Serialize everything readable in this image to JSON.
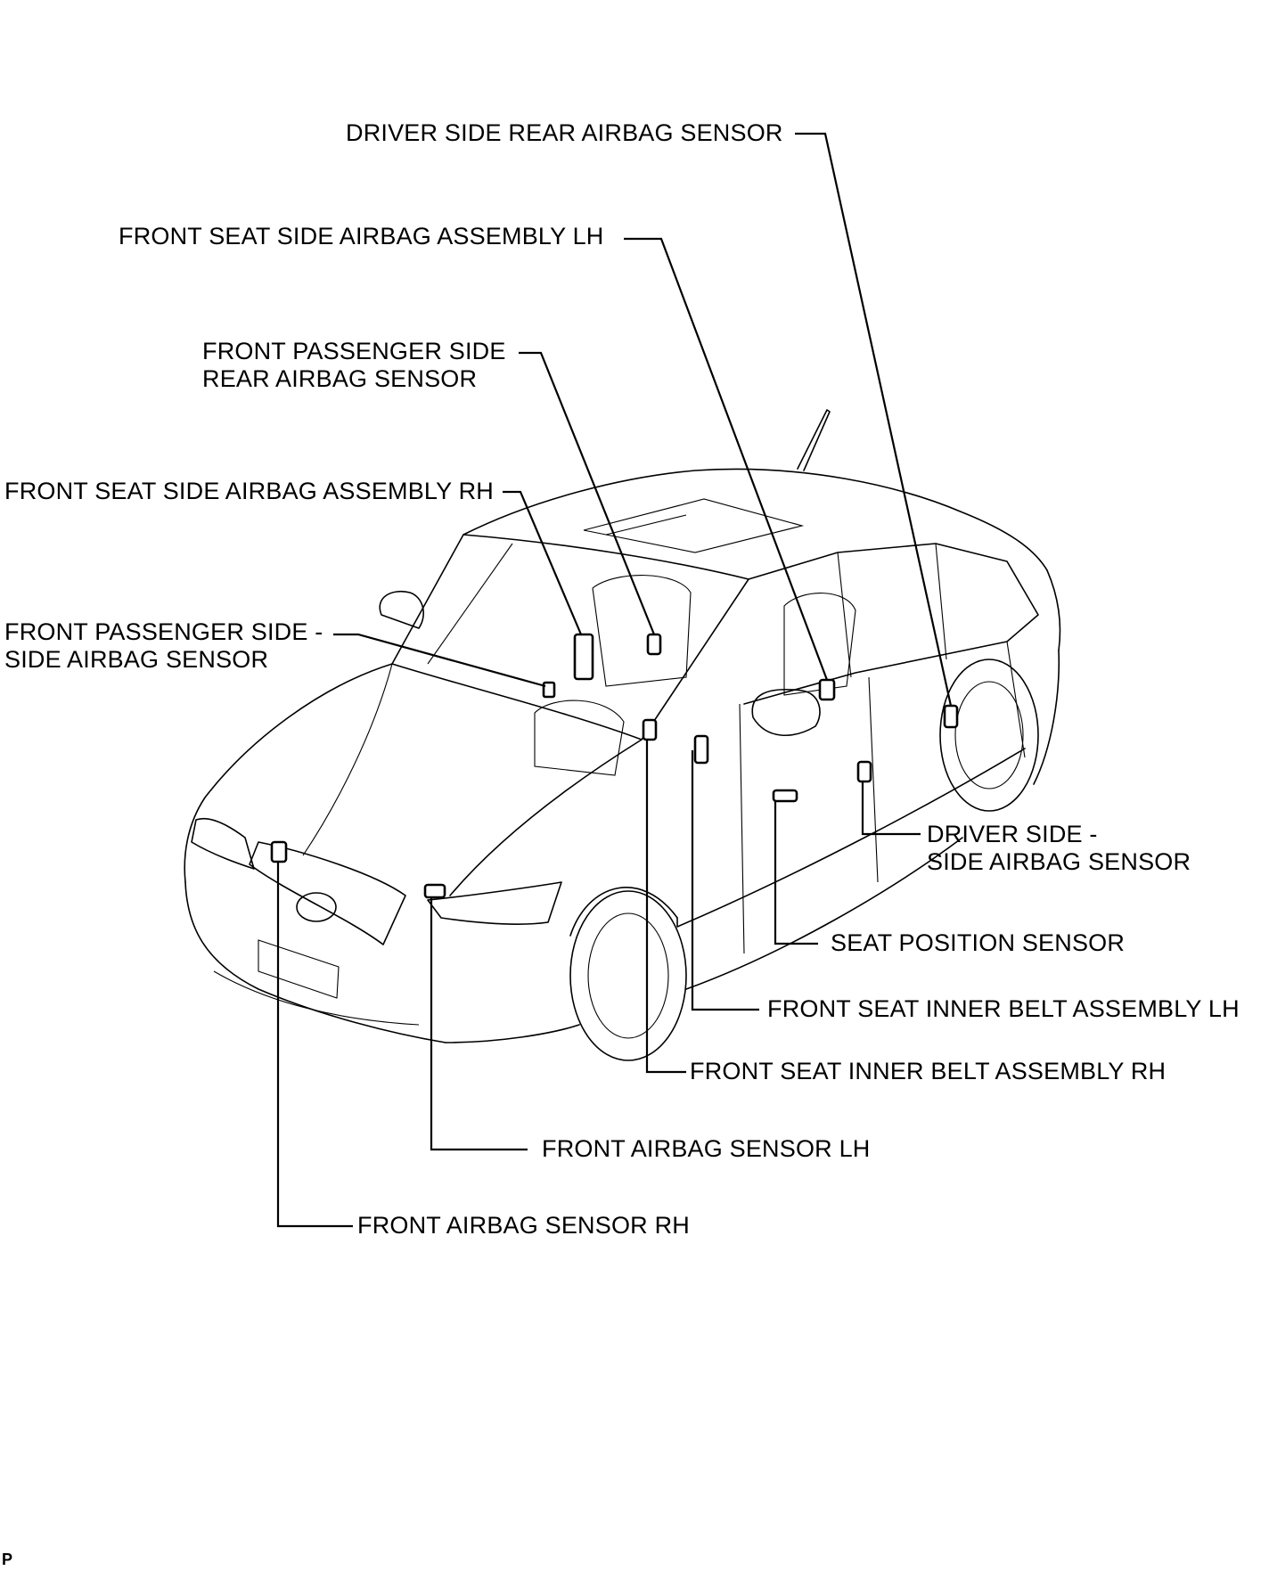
{
  "labels": {
    "driver_side_rear_airbag_sensor": "DRIVER SIDE REAR AIRBAG SENSOR",
    "front_seat_side_airbag_assembly_lh": "FRONT SEAT SIDE AIRBAG ASSEMBLY LH",
    "front_passenger_side_rear_airbag_sensor": [
      "FRONT PASSENGER SIDE",
      "REAR AIRBAG SENSOR"
    ],
    "front_seat_side_airbag_assembly_rh": "FRONT SEAT SIDE AIRBAG ASSEMBLY RH",
    "front_passenger_side_side_airbag_sensor": [
      "FRONT PASSENGER SIDE -",
      "SIDE AIRBAG SENSOR"
    ],
    "driver_side_side_airbag_sensor": [
      "DRIVER SIDE -",
      "SIDE AIRBAG SENSOR"
    ],
    "seat_position_sensor": "SEAT POSITION SENSOR",
    "front_seat_inner_belt_assembly_lh": "FRONT SEAT INNER BELT ASSEMBLY LH",
    "front_seat_inner_belt_assembly_rh": "FRONT SEAT INNER BELT ASSEMBLY RH",
    "front_airbag_sensor_lh": "FRONT AIRBAG SENSOR LH",
    "front_airbag_sensor_rh": "FRONT AIRBAG SENSOR RH"
  },
  "corner_mark": "P"
}
